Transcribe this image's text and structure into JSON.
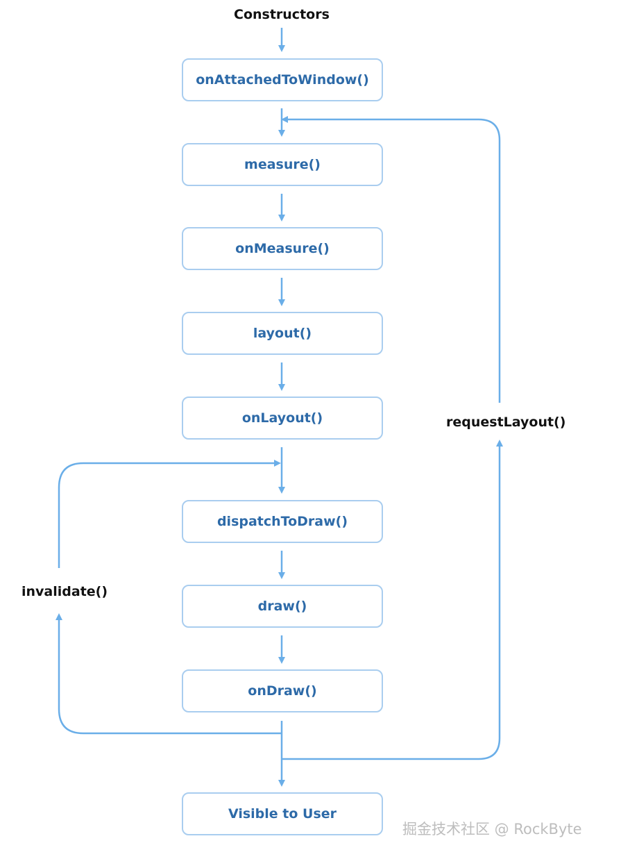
{
  "diagram": {
    "start_label": "Constructors",
    "steps": [
      "onAttachedToWindow()",
      "measure()",
      "onMeasure()",
      "layout()",
      "onLayout()",
      "dispatchToDraw()",
      "draw()",
      "onDraw()",
      "Visible to User"
    ],
    "loops": {
      "request_layout": "requestLayout()",
      "invalidate": "invalidate()"
    },
    "colors": {
      "arrow": "#6aaee8",
      "box_border": "#a9cdef",
      "box_text": "#2d6aa8",
      "label_text": "#111111"
    }
  },
  "watermark": "掘金技术社区 @ RockByte"
}
